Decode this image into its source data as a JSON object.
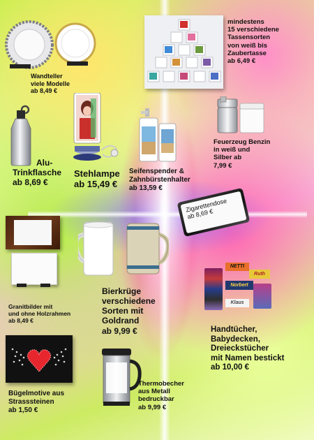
{
  "items": {
    "wandteller": {
      "lines": [
        "Wandteller",
        "viele Modelle",
        "ab 8,49 €"
      ]
    },
    "tassen": {
      "lines": [
        "mindestens",
        "15 verschiedene",
        "Tassensorten",
        "von weiß bis",
        "Zaubertasse",
        "ab 6,49 €"
      ]
    },
    "alu": {
      "lines": [
        "Alu-",
        "Trinkflasche",
        "ab 8,69 €"
      ]
    },
    "stehlampe": {
      "lines": [
        "Stehlampe",
        "ab 15,49 €"
      ]
    },
    "seifenspender": {
      "lines": [
        "Seifenspender &",
        "Zahnbürstenhalter",
        "ab 13,59 €"
      ]
    },
    "feuerzeug": {
      "lines": [
        "Feuerzeug Benzin",
        "in weiß und",
        "Silber ab",
        "7,99 €"
      ]
    },
    "zigarettendose": {
      "lines": [
        "Zigarettendose",
        "ab 8,69 €"
      ]
    },
    "granit": {
      "lines": [
        "Granitbilder mit",
        "und ohne Holzrahmen",
        "ab 8,49 €"
      ]
    },
    "bierkruege": {
      "lines": [
        "Bierkrüge",
        "verschiedene",
        "Sorten mit",
        "Goldrand",
        "ab 9,99 €"
      ]
    },
    "handtuecher": {
      "lines": [
        "Handtücher,",
        "Babydecken,",
        "Dreieckstücher",
        "mit Namen bestickt",
        "ab 10,00 €"
      ]
    },
    "buegelmotive": {
      "lines": [
        "Bügelmotive aus",
        "Strasssteinen",
        "ab 1,50 €"
      ]
    },
    "thermobecher": {
      "lines": [
        "Thermobecher",
        "aus Metall",
        "bedruckbar",
        "ab 9,99 €"
      ]
    }
  },
  "towel_names": [
    "NETTI",
    "Ruth",
    "Norbert",
    "Klaus"
  ],
  "colors": {
    "text": "#111111",
    "lime": "#c6ef4f",
    "pink": "#ff64b3",
    "yellow": "#ffe66b"
  }
}
